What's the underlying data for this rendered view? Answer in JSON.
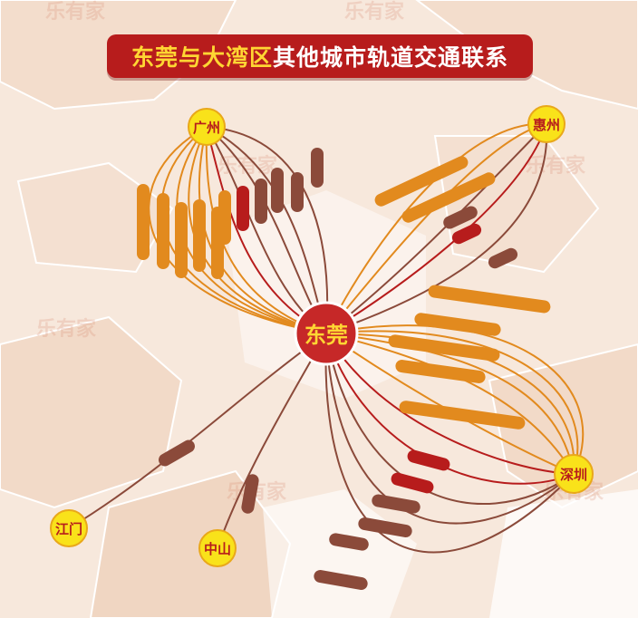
{
  "title": {
    "part1": "东莞与大湾区",
    "part2": "其他城市轨道交通联系"
  },
  "cities": {
    "center": "东莞",
    "guangzhou": "广州",
    "huizhou": "惠州",
    "shenzhen": "深圳",
    "jiangmen": "江门",
    "zhongshan": "中山"
  },
  "routes": {
    "gz_1": "",
    "gz_2": "",
    "gz_3": "",
    "gz_4": "",
    "gz_5": "",
    "gz_6": "",
    "gz_7": "",
    "gz_8": "",
    "gz_9": "",
    "gz_10": "",
    "gz_11": "",
    "hz_1": "",
    "hz_2": "",
    "hz_3": "",
    "hz_4": "",
    "hz_5": "",
    "sz_1": "",
    "sz_2": "",
    "sz_3": "",
    "sz_4": "",
    "sz_5": "",
    "sz_6": "",
    "sz_7": "",
    "sz_8": "",
    "sz_9": "",
    "sz_10": "",
    "sz_11": "",
    "jm_1": "",
    "zs_1": ""
  },
  "watermark": "乐有家",
  "colors": {
    "center_red": "#c62828",
    "city_yellow": "#f9e21a",
    "line_orange": "#e28a1e",
    "line_brown": "#8b4a3a",
    "line_red": "#b71c1c",
    "title_bg": "#b71c1c",
    "title_yellow": "#ffd633"
  }
}
